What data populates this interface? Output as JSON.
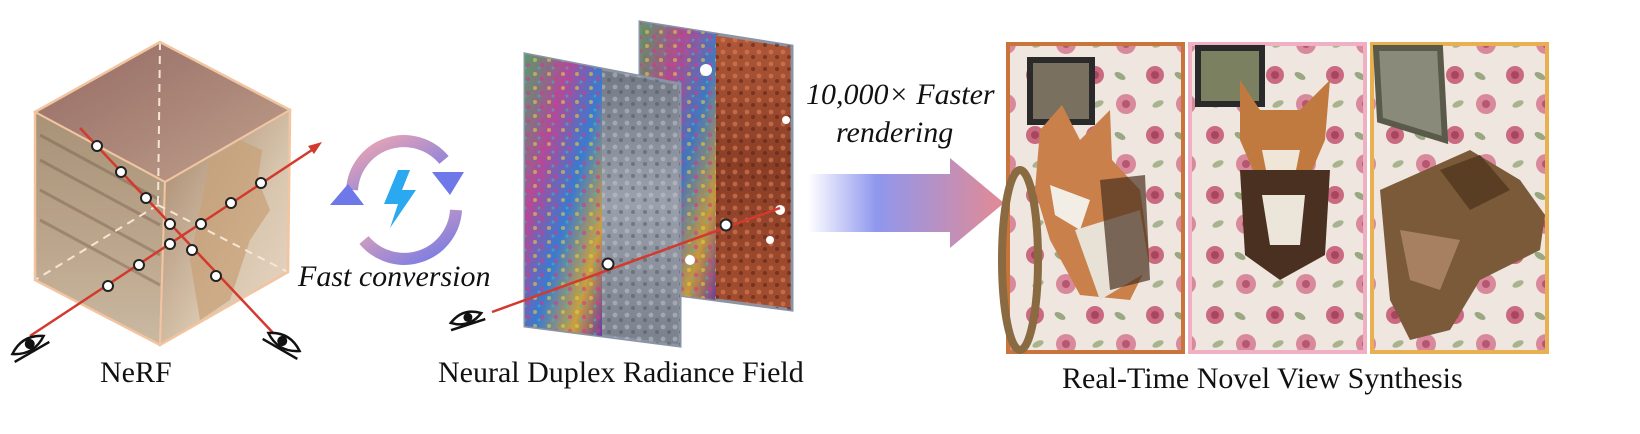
{
  "figure": {
    "nerf": {
      "label": "NeRF"
    },
    "conversion": {
      "label": "Fast conversion"
    },
    "duplex": {
      "label": "Neural Duplex Radiance Field"
    },
    "speed": {
      "line1": "10,000× Faster",
      "line2": "rendering"
    },
    "synthesis": {
      "label": "Real-Time Novel View Synthesis"
    }
  },
  "colors": {
    "ray": "#d23a2e",
    "cube_edge": "#f2c4a0",
    "cycle_blue": "#6f78e8",
    "cycle_pink": "#f2a8b0",
    "bolt": "#2aa8f0",
    "arrow_start": "#ffffff",
    "arrow_mid": "#8f97ee",
    "arrow_end": "#e38a94",
    "frame_1": "#c8743a",
    "frame_2": "#f0b0c4",
    "frame_3": "#e8b050"
  },
  "icons": [
    "eye-icon",
    "lightning-icon",
    "refresh-cycle-icon",
    "big-arrow-icon"
  ]
}
